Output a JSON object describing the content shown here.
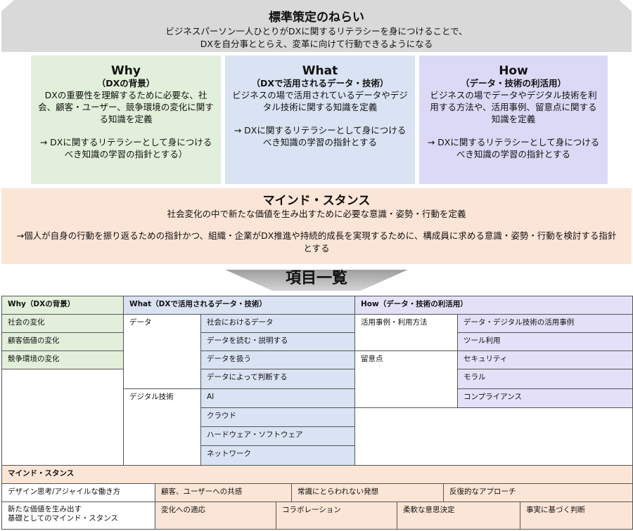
{
  "aim": {
    "title": "標準策定のねらい",
    "line1": "ビジネスパーソン一人ひとりがDXに関するリテラシーを身につけることで、",
    "line2": "DXを自分事ととらえ、変革に向けて行動できるようになる"
  },
  "pillars": {
    "why": {
      "heading": "Why",
      "subheading": "（DXの背景）",
      "description": "DXの重要性を理解するために必要な、社会、顧客・ユーザー、競争環境の変化に関する知識を定義",
      "note": "→ DXに関するリテラシーとして身につけるべき知識の学習の指針とする）"
    },
    "what": {
      "heading": "What",
      "subheading": "（DXで活用されるデータ・技術）",
      "description": "ビジネスの場で活用されているデータやデジタル技術に関する知識を定義",
      "note": "→ DXに関するリテラシーとして身につけるべき知識の学習の指針とする"
    },
    "how": {
      "heading": "How",
      "subheading": "（データ・技術の利活用）",
      "description": "ビジネスの場でデータやデジタル技術を利用する方法や、活用事例、留意点に関する知識を定義",
      "note": "→ DXに関するリテラシーとして身につけるべき知識の学習の指針とする"
    }
  },
  "mindset": {
    "heading": "マインド・スタンス",
    "description": "社会変化の中で新たな価値を生み出すために必要な意識・姿勢・行動を定義",
    "note": "→個人が自身の行動を振り返るための指針かつ、組織・企業がDX推進や持続的成長を実現するために、構成員に求める意識・姿勢・行動を検討する指針とする"
  },
  "list_title": "項目一覧",
  "table": {
    "why_header": "Why（DXの背景）",
    "why_items": [
      "社会の変化",
      "顧客価値の変化",
      "競争環境の変化"
    ],
    "what_header": "What（DXで活用されるデータ・技術）",
    "what_data": "データ",
    "what_data_items": [
      "社会におけるデータ",
      "データを読む・説明する",
      "データを扱う",
      "データによって判断する"
    ],
    "what_tech": "デジタル技術",
    "what_tech_items": [
      "AI",
      "クラウド",
      "ハードウェア・ソフトウェア",
      "ネットワーク"
    ],
    "how_header": "How（データ・技術の利活用）",
    "how_usage": "活用事例・利用方法",
    "how_usage_items": [
      "データ・デジタル技術の活用事例",
      "ツール利用"
    ],
    "how_caution": "留意点",
    "how_caution_items": [
      "セキュリティ",
      "モラル",
      "コンプライアンス"
    ],
    "mind_header": "マインド・スタンス",
    "mind_row1_label": "デザイン思考/アジャイルな働き方",
    "mind_row1_items": [
      "顧客、ユーザーへの共感",
      "常識にとらわれない発想",
      "反復的なアプローチ"
    ],
    "mind_row2_label_line1": "新たな価値を生み出す",
    "mind_row2_label_line2": "基礎としてのマインド・スタンス",
    "mind_row2_items": [
      "変化への適応",
      "コラボレーション",
      "柔軟な意思決定",
      "事実に基づく判断"
    ]
  }
}
